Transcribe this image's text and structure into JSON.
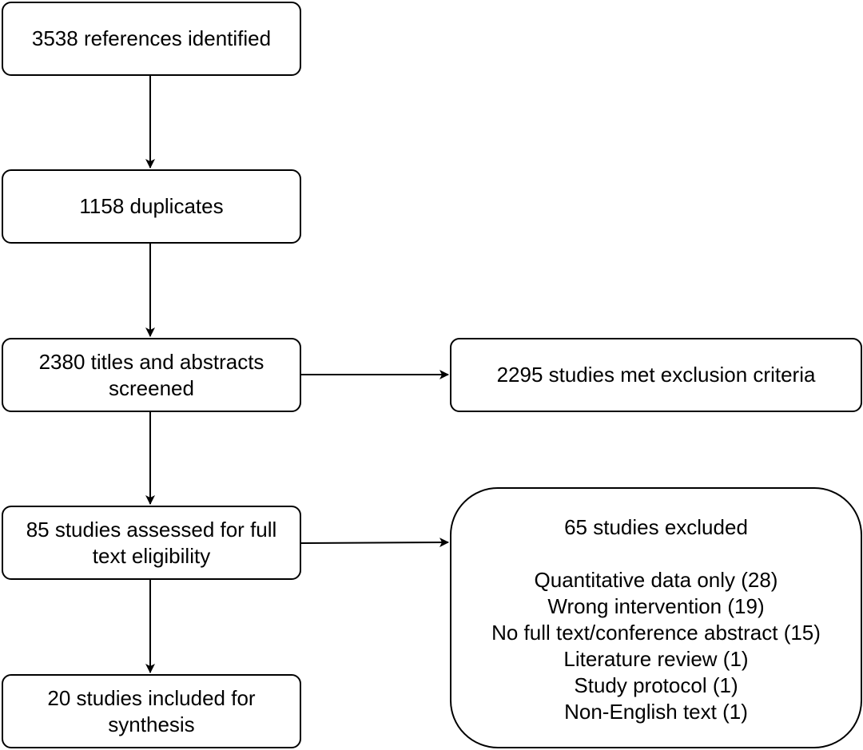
{
  "flow": {
    "identified": "3538 references identified",
    "duplicates": "1158 duplicates",
    "screened": "2380 titles and abstracts screened",
    "assessed": "85 studies assessed for full text eligibility",
    "included": "20 studies included for synthesis"
  },
  "exclusions": {
    "screening": "2295 studies met exclusion criteria",
    "full_text": {
      "title": "65 studies excluded",
      "reasons": [
        "Quantitative data only (28)",
        "Wrong intervention (19)",
        "No full text/conference abstract (15)",
        "Literature review (1)",
        "Study protocol (1)",
        "Non-English text (1)"
      ]
    }
  }
}
